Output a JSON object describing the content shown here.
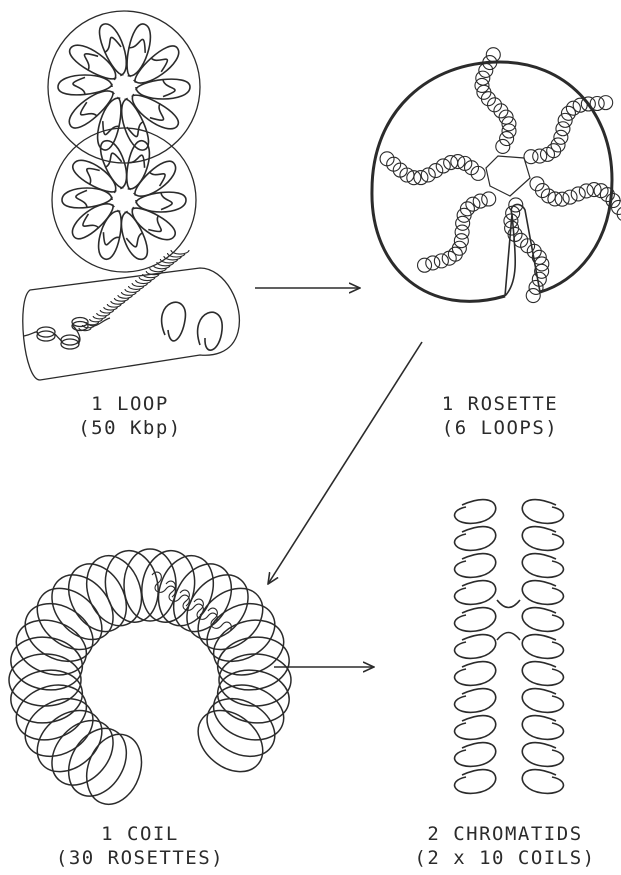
{
  "stages": {
    "loop": {
      "title": "1 LOOP",
      "detail": "(50 Kbp)"
    },
    "rosette": {
      "title": "1 ROSETTE",
      "detail": "(6 LOOPS)"
    },
    "coil": {
      "title": "1 COIL",
      "detail": "(30 ROSETTES)"
    },
    "chromatids": {
      "title": "2 CHROMATIDS",
      "detail": "(2 x 10 COILS)"
    }
  },
  "colors": {
    "ink": "#2b2b2b",
    "paper": "#ffffff"
  }
}
